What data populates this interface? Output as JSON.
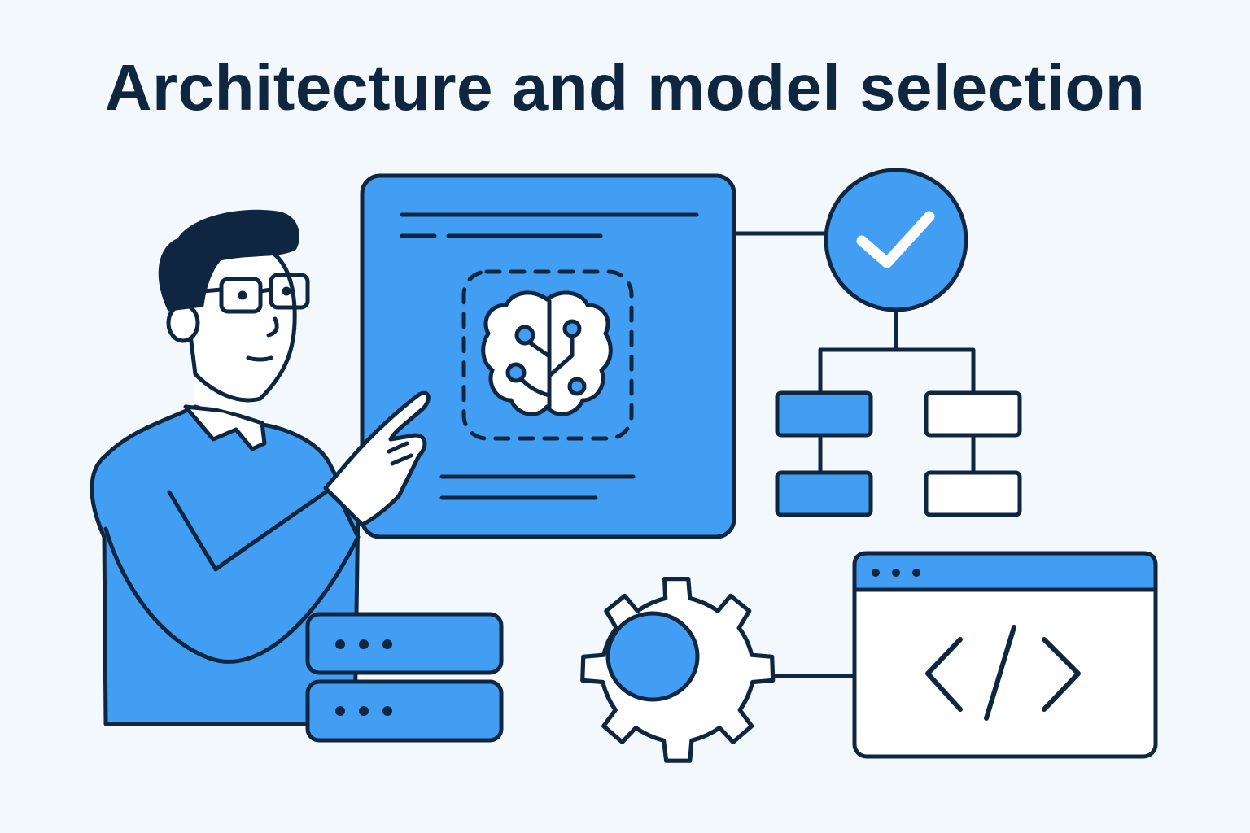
{
  "title": "Architecture and model selection",
  "colors": {
    "background": "#f3f8fd",
    "accent_blue": "#429ef3",
    "outline": "#0f2640",
    "white": "#ffffff"
  },
  "elements": {
    "person": {
      "description": "developer with glasses pointing at panel",
      "sweater_color": "#429ef3"
    },
    "model_panel": {
      "icon": "brain-circuit-icon",
      "text_lines_top": 2,
      "text_lines_bottom": 2
    },
    "check_node": {
      "icon": "checkmark-icon"
    },
    "tree": {
      "left_boxes": [
        "filled",
        "filled"
      ],
      "right_boxes": [
        "empty",
        "empty"
      ]
    },
    "server_stack": {
      "units": 2,
      "dots_per_unit": 3
    },
    "gear": {
      "icon": "gear-icon"
    },
    "code_window": {
      "icon": "code-brackets-icon",
      "window_dots": 3
    }
  }
}
